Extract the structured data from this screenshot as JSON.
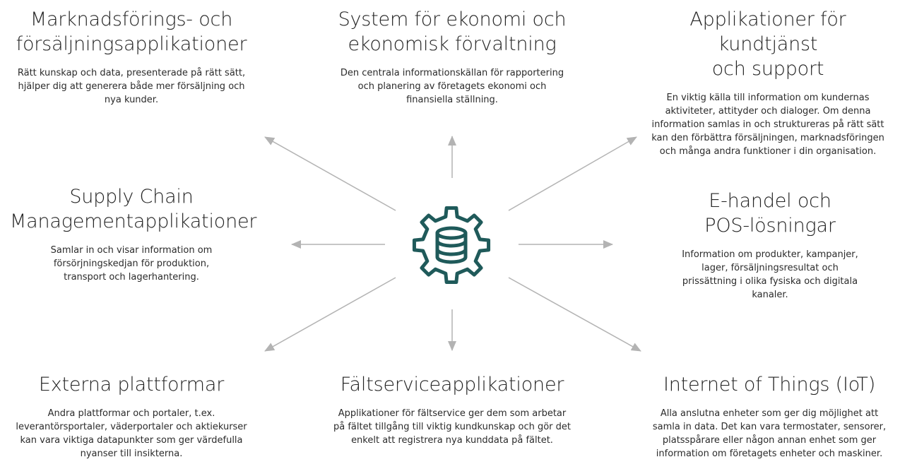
{
  "colors": {
    "hub": "#1f5a5a",
    "arrow": "#b3b3b3"
  },
  "hub": {
    "icon": "database-gear-icon"
  },
  "blocks": {
    "marketing": {
      "title": "Marknadsförings- och\nförsäljningsapplikationer",
      "text": "Rätt kunskap och data, presenterade på rätt sätt,\nhjälper dig att generera både mer försäljning och\nnya kunder."
    },
    "finance": {
      "title": "System för ekonomi och\nekonomisk förvaltning",
      "text": "Den centrala informationskällan för rapportering\noch planering av företagets ekonomi och\nfinansiella ställning."
    },
    "support": {
      "title": "Applikationer för kundtjänst\noch support",
      "text": "En viktig källa till information om kundernas\naktiviteter, attityder och dialoger. Om denna\ninformation samlas in och struktureras på rätt sätt\nkan den förbättra försäljningen, marknadsföringen\noch många andra funktioner i din organisation."
    },
    "supply": {
      "title": "Supply Chain\nManagementapplikationer",
      "text": "Samlar in och visar information om\nförsörjningskedjan för produktion,\ntransport och lagerhantering."
    },
    "ecommerce": {
      "title": "E-handel och\nPOS-lösningar",
      "text": "Information om produkter, kampanjer,\nlager, försäljningsresultat och\nprissättning i olika fysiska och digitala\nkanaler."
    },
    "external": {
      "title": "Externa plattformar",
      "text": "Andra plattformar och portaler, t.ex.\nleverantörsportaler, väderportaler och aktiekurser\nkan vara viktiga datapunkter som ger värdefulla\nnyanser till insikterna."
    },
    "field": {
      "title": "Fältserviceapplikationer",
      "text": "Applikationer för fältservice ger dem som arbetar\npå fältet tillgång till viktig kundkunskap och gör det\nenkelt att registrera nya kunddata på fältet."
    },
    "iot": {
      "title": "Internet of Things (IoT)",
      "text": "Alla anslutna enheter som ger dig möjlighet att\nsamla in data. Det kan vara termostater, sensorer,\nplatsspårare eller någon annan enhet som ger\ninformation om företagets enheter och maskiner."
    }
  }
}
